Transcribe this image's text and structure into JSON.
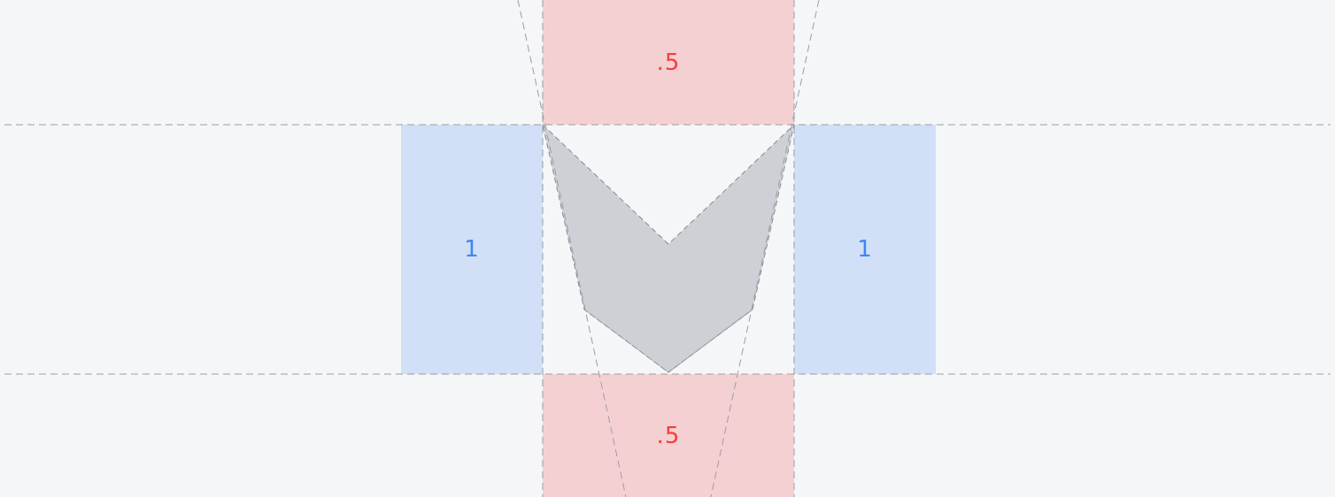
{
  "boxes": {
    "top": {
      "label": ".5",
      "color": "#f5d0d2",
      "text_color": "#f0403c"
    },
    "bottom": {
      "label": ".5",
      "color": "#f5d0d2",
      "text_color": "#f0403c"
    },
    "left": {
      "label": "1",
      "color": "#d1dff7",
      "text_color": "#3f86f0"
    },
    "right": {
      "label": "1",
      "color": "#d1dff7",
      "text_color": "#3f86f0"
    }
  },
  "shape": {
    "fill": "#cdd1d6",
    "stroke": "#888c92"
  },
  "guide_color": "#9a9ea3",
  "background": "#f4f6f8"
}
